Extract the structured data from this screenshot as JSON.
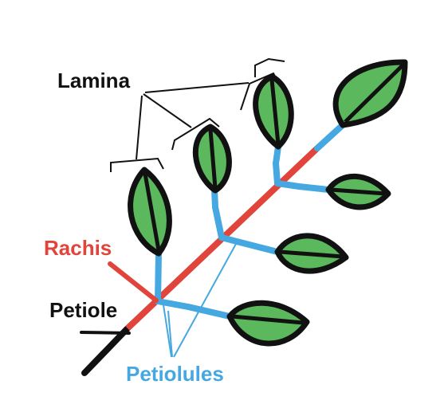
{
  "labels": {
    "lamina": "Lamina",
    "rachis": "Rachis",
    "petiole": "Petiole",
    "petiolules": "Petiolules"
  },
  "colors": {
    "lamina_label": "#111111",
    "rachis": "#e0443a",
    "petiole": "#111111",
    "petiolules": "#45a8e0",
    "leaf_fill": "#5cb85c",
    "leaf_outline": "#111111",
    "background": "#ffffff"
  },
  "parts": {
    "leaflet_count": 7,
    "lamina_brackets": 4
  }
}
